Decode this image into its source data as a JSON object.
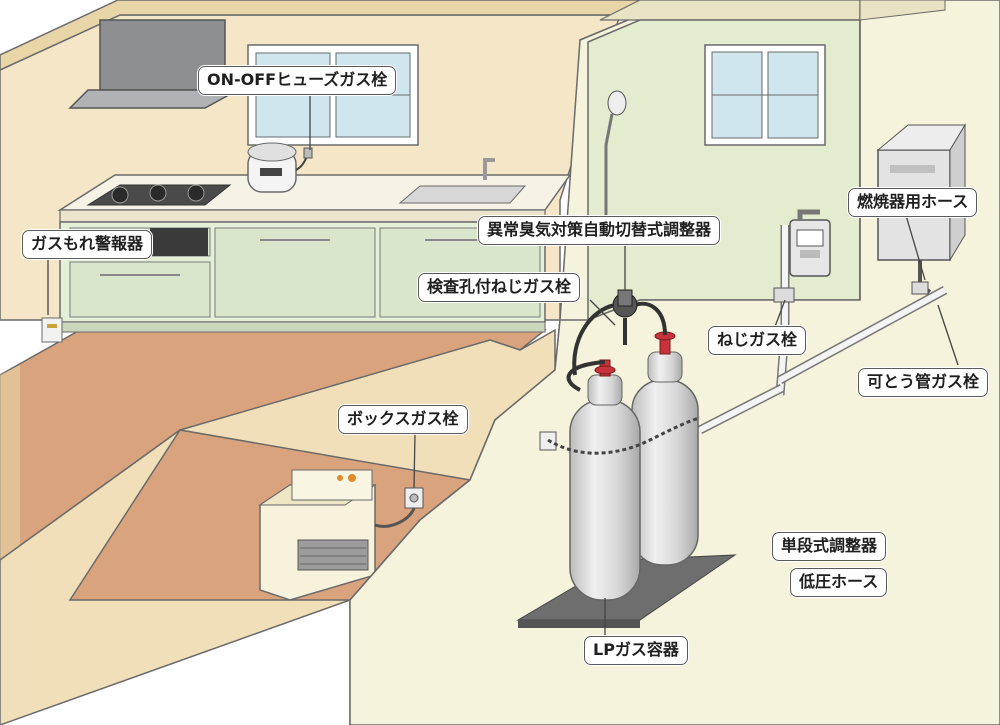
{
  "labels": {
    "fuse_valve": "ON-OFFヒューズガス栓",
    "leak_alarm": "ガスもれ警報器",
    "auto_regulator": "異常臭気対策自動切替式調整器",
    "inspection_valve": "検査孔付ねじガス栓",
    "screw_valve": "ねじガス栓",
    "combustion_hose": "燃焼器用ホース",
    "flexible_valve": "可とう管ガス栓",
    "box_valve": "ボックスガス栓",
    "single_regulator": "単段式調整器",
    "low_pressure_hose": "低圧ホース",
    "lp_container": "LPガス容器"
  },
  "colors": {
    "kitchen_wall": "#f4e6c6",
    "kitchen_floor": "#d9a47d",
    "bath_wall": "#e3ecce",
    "outer_wall": "#f6f3dc",
    "cabinet": "#e4efd8",
    "cylinder": "#dcdcdc",
    "valve_red": "#c8323a"
  }
}
